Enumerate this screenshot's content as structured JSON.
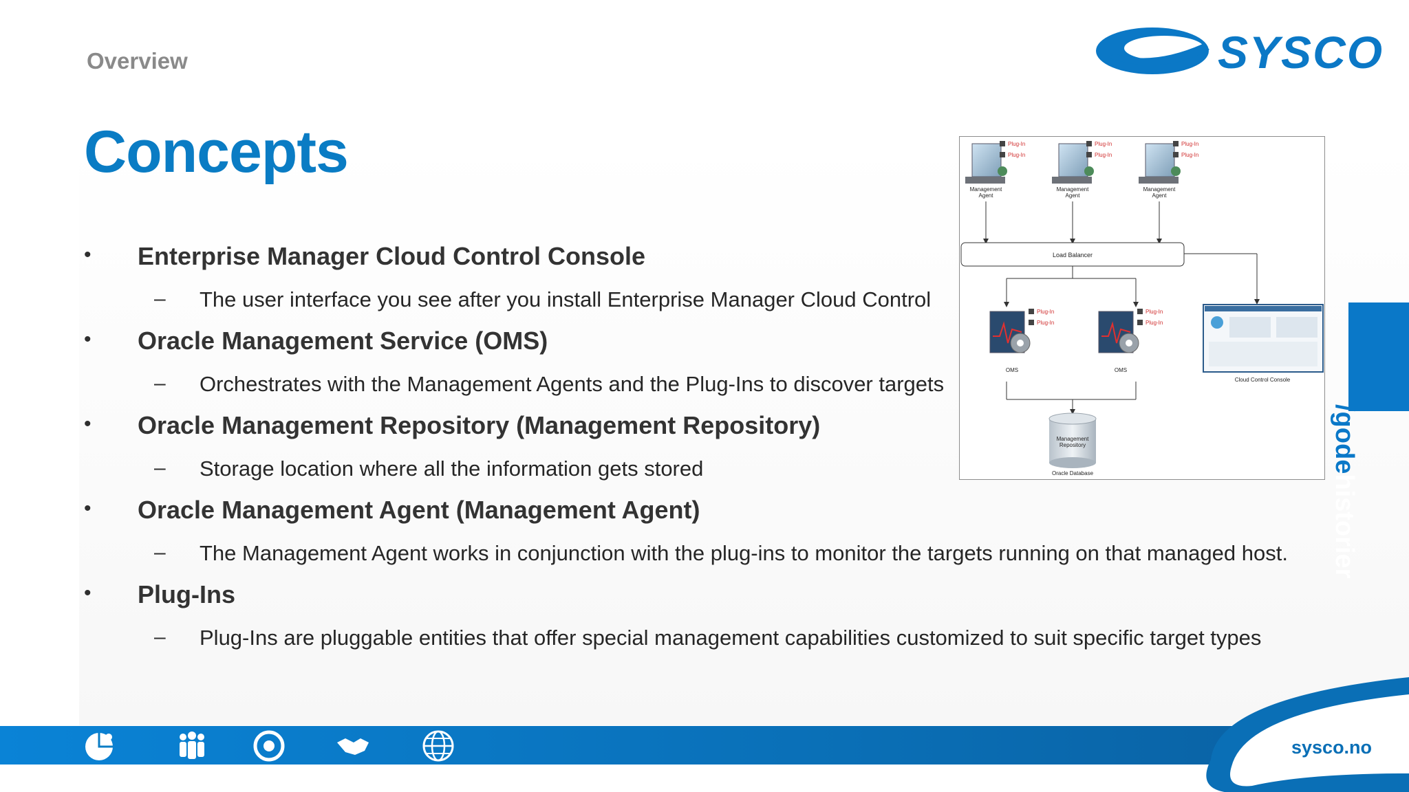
{
  "header": {
    "section": "Overview",
    "title": "Concepts",
    "logo_text": "SYSCO"
  },
  "bullets": [
    {
      "title": "Enterprise Manager Cloud Control Console",
      "detail": "The user interface you see after you install Enterprise Manager Cloud Control"
    },
    {
      "title": "Oracle Management Service (OMS)",
      "detail": "Orchestrates with the Management Agents and the Plug-Ins to discover targets"
    },
    {
      "title": "Oracle Management Repository (Management Repository)",
      "detail": "Storage location where all the information gets stored"
    },
    {
      "title": "Oracle Management Agent (Management Agent)",
      "detail": "The Management Agent works in conjunction with the plug-ins to monitor the targets running on that managed host."
    },
    {
      "title": "Plug-Ins",
      "detail": "Plug-Ins are pluggable entities that offer special management capabilities customized to suit specific target types"
    }
  ],
  "markers": {
    "bullet": "•",
    "sub": "–"
  },
  "diagram": {
    "agent_label_1": "Management",
    "agent_label_2": "Agent",
    "plugin_label": "Plug-In",
    "load_balancer": "Load Balancer",
    "oms_label": "OMS",
    "console_label": "Cloud Control Console",
    "repo_label_1": "Management",
    "repo_label_2": "Repository",
    "db_label": "Oracle Database"
  },
  "side_tab": {
    "part1": "/gode",
    "part2": "historier"
  },
  "footer": {
    "url": "sysco.no",
    "icons": [
      "puzzle-icon",
      "team-icon",
      "target-icon",
      "handshake-icon",
      "globe-icon"
    ]
  },
  "colors": {
    "brand_blue": "#0a7cc4",
    "plugin_red": "#d03030",
    "gray_text": "#8a8a8a"
  }
}
